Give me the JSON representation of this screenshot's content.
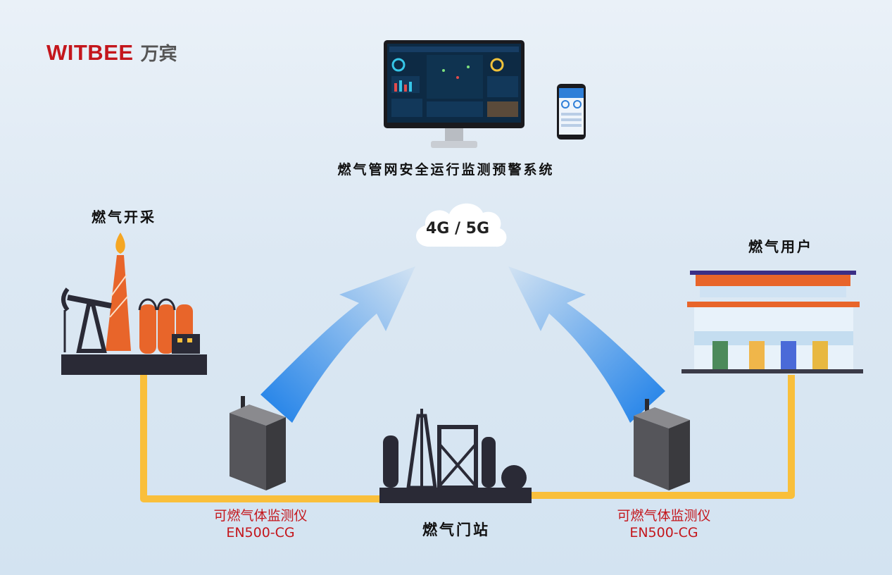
{
  "brand": {
    "name": "WITBEE",
    "name_cn": "万宾"
  },
  "system": {
    "title": "燃气管网安全运行监测预警系统"
  },
  "network": {
    "label": "4G / 5G"
  },
  "nodes": {
    "mining": "燃气开采",
    "user": "燃气用户",
    "station": "燃气门站"
  },
  "devices": [
    {
      "name": "可燃气体监测仪",
      "model": "EN500-CG"
    },
    {
      "name": "可燃气体监测仪",
      "model": "EN500-CG"
    }
  ],
  "colors": {
    "brand_red": "#c4161c",
    "pipeline": "#f9bf3b",
    "arrow": "#2f8ff0",
    "facility_dark": "#2a2a36",
    "facility_orange": "#e8652a"
  }
}
